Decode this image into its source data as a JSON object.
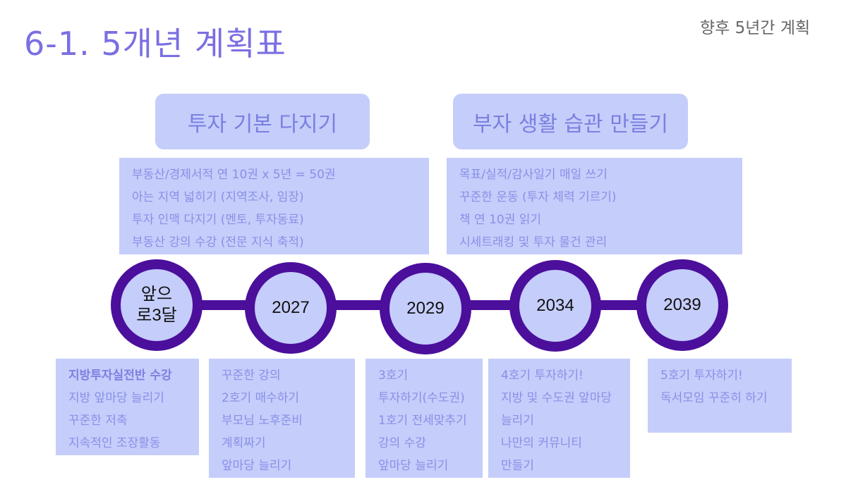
{
  "title": "6-1. 5개년 계획표",
  "subtitle": "향후 5년간 계획",
  "headers": [
    "투자 기본 다지기",
    "부자 생활 습관 만들기"
  ],
  "top_boxes": [
    [
      "부동산/경제서적 연 10권 x 5년 = 50권",
      "아는 지역 넓히기 (지역조사, 임장)",
      "투자 인맥 다지기 (멘토, 투자동료)",
      "부동산 강의 수강 (전문 지식 축적)"
    ],
    [
      "목표/실적/감사일기 매일 쓰기",
      "꾸준한 운동 (투자 체력 기르기)",
      "책 연 10권 읽기",
      "시세트래킹 및 투자 물건 관리"
    ]
  ],
  "milestones": [
    {
      "label_line1": "앞으",
      "label_line2": "로3달",
      "items": [
        "지방투자실전반 수강",
        "지방 앞마당 늘리기",
        "꾸준한 저축",
        "지속적인 조장활동"
      ]
    },
    {
      "label": "2027",
      "items": [
        "꾸준한 강의",
        "2호기 매수하기",
        "부모님 노후준비",
        "계획짜기",
        "앞마당 늘리기"
      ]
    },
    {
      "label": "2029",
      "items": [
        "3호기",
        "투자하기(수도권)",
        "1호기 전세맞추기",
        "강의 수강",
        "앞마당 늘리기"
      ]
    },
    {
      "label": "2034",
      "items": [
        "4호기 투자하기!",
        "지방 및 수도권 앞마당",
        "늘리기",
        "나만의 커뮤니티",
        "만들기"
      ]
    },
    {
      "label": "2039",
      "items": [
        "5호기 투자하기!",
        "독서모임 꾸준히 하기"
      ]
    }
  ],
  "colors": {
    "title": "#7a6fe2",
    "box": "#c5cdfb",
    "box_text": "#8a8fe6",
    "ring": "#4b0f9c"
  }
}
